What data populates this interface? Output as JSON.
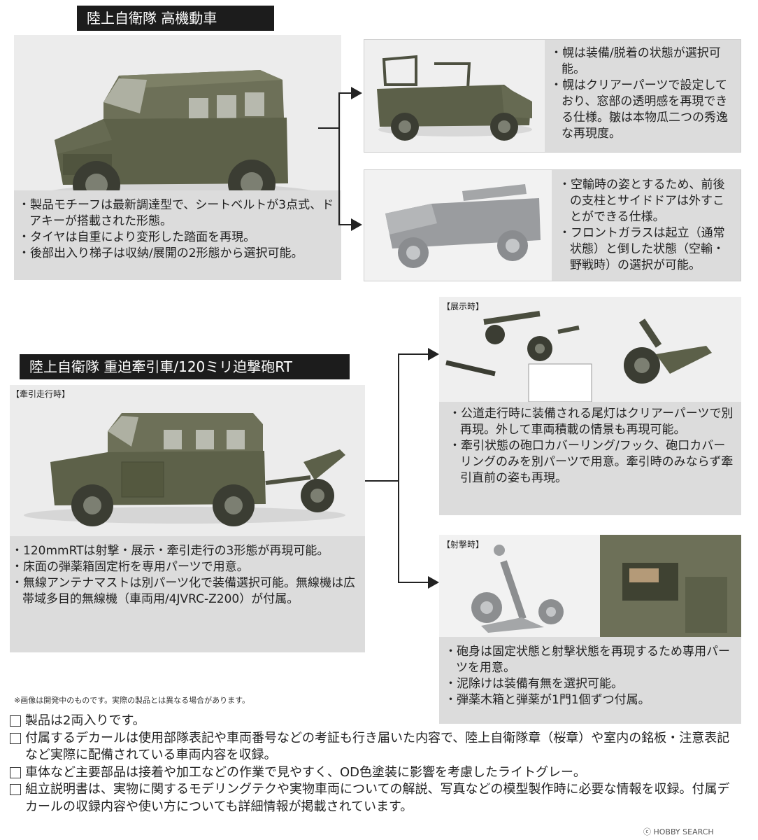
{
  "section1": {
    "title": "陸上自衛隊 高機動車",
    "main_bullets": [
      "製品モチーフは最新調達型で、シートベルトが3点式、ドアキーが搭載された形態。",
      "タイヤは自重により変形した踏面を再現。",
      "後部出入り梯子は収納/展開の2形態から選択可能。"
    ],
    "canopy_bullets": [
      "幌は装備/脱着の状態が選択可能。",
      "幌はクリアーパーツで設定しており、窓部の透明感を再現できる仕様。皺は本物瓜二つの秀逸な再現度。"
    ],
    "airlift_bullets": [
      "空輸時の姿とするため、前後の支柱とサイドドアは外すことができる仕様。",
      "フロントガラスは起立（通常状態）と倒した状態（空輸・野戦時）の選択が可能。"
    ]
  },
  "section2": {
    "title": "陸上自衛隊 重迫牽引車/120ミリ迫撃砲RT",
    "tow_label": "【牽引走行時】",
    "main_bullets": [
      "120mmRTは射撃・展示・牽引走行の3形態が再現可能。",
      "床面の弾薬箱固定桁を専用パーツで用意。",
      "無線アンテナマストは別パーツ化で装備選択可能。無線機は広帯域多目的無線機（車両用/4JVRC-Z200）が付属。"
    ],
    "display_label": "【展示時】",
    "display_bullets": [
      "公道走行時に装備される尾灯はクリアーパーツで別再現。外して車両積載の情景も再現可能。",
      "牽引状態の砲口カバーリング/フック、砲口カバーリングのみを別パーツで用意。牽引時のみならず牽引直前の姿も再現。"
    ],
    "firing_label": "【射撃時】",
    "firing_bullets": [
      "砲身は固定状態と射撃状態を再現するため専用パーツを用意。",
      "泥除けは装備有無を選択可能。",
      "弾薬木箱と弾薬が1門1個ずつ付属。"
    ]
  },
  "note": "※画像は開発中のものです。実際の製品とは異なる場合があります。",
  "footer_items": [
    "製品は2両入りです。",
    "付属するデカールは使用部隊表記や車両番号などの考証も行き届いた内容で、陸上自衛隊章（桜章）や室内の銘板・注意表記など実際に配備されている車両内容を収録。",
    "車体など主要部品は接着や加工などの作業で見やすく、OD色塗装に影響を考慮したライトグレー。",
    "組立説明書は、実物に関するモデリングテクや実物車両についての解説、写真などの模型製作時に必要な情報を収録。付属デカールの収録内容や使い方についても詳細情報が掲載されています。"
  ],
  "watermark": "HOBBY SEARCH"
}
